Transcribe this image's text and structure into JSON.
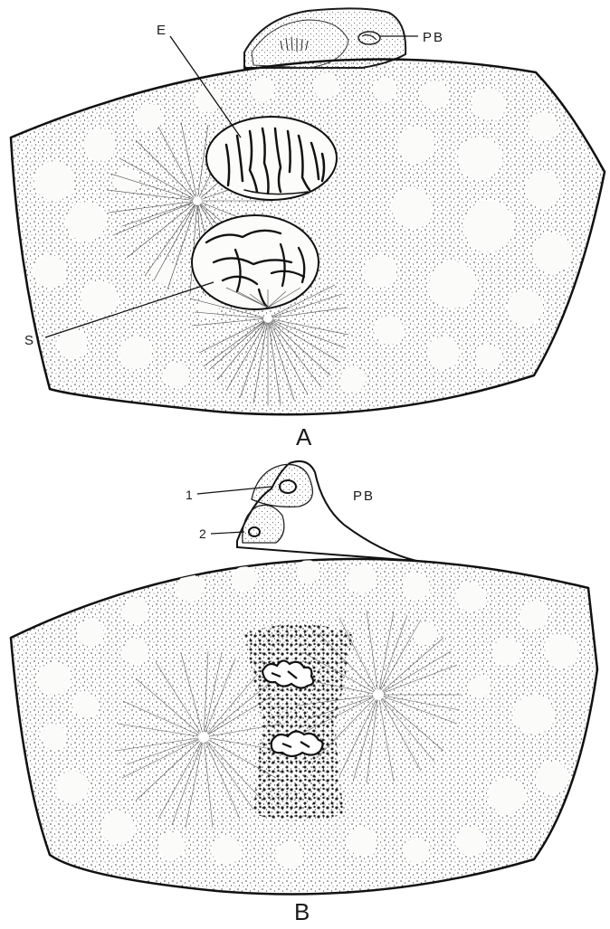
{
  "figure": {
    "panels": [
      {
        "id": "A",
        "caption": "A",
        "labels": {
          "E": "E",
          "S": "S",
          "PB": "PB"
        }
      },
      {
        "id": "B",
        "caption": "B",
        "labels": {
          "one": "1",
          "two": "2",
          "PB": "PB"
        }
      }
    ]
  },
  "colors": {
    "ink": "#1a1a1a",
    "paper": "#ffffff",
    "cell_fill": "#fbfbfa"
  }
}
